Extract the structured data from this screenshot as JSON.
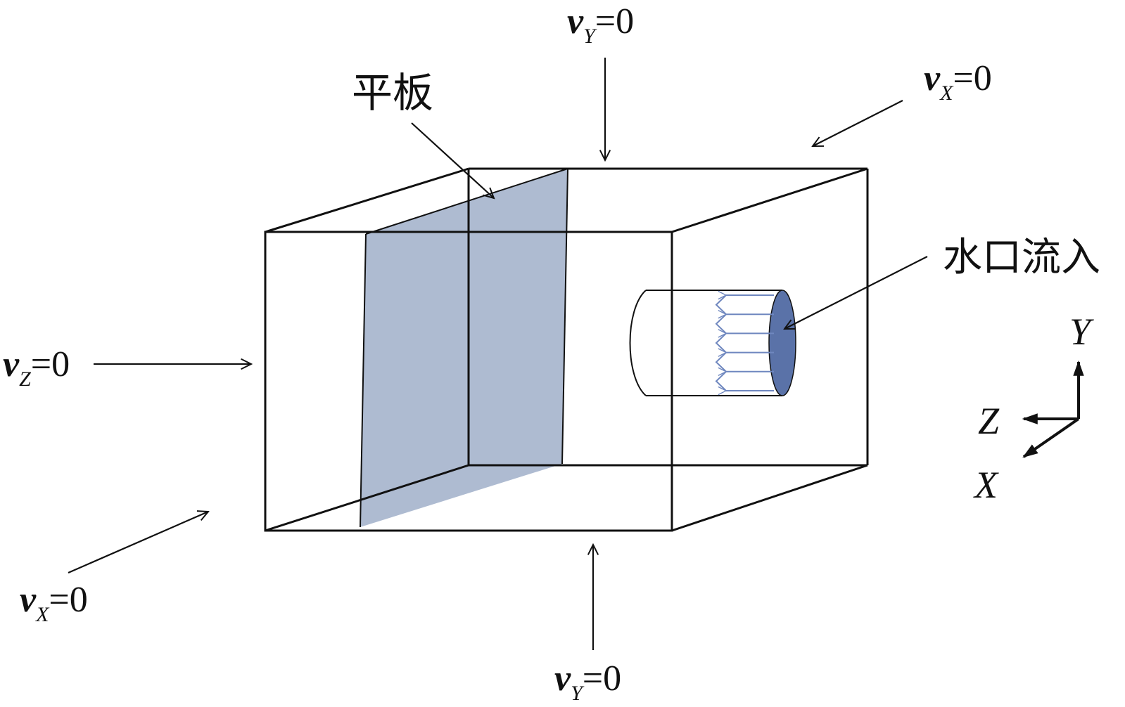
{
  "labels": {
    "plate": "平板",
    "inlet": "水口流入",
    "v_symbol": "v",
    "eq_zero": "=0",
    "sub_x": "X",
    "sub_y": "Y",
    "sub_z": "Z"
  },
  "axes": {
    "x": "X",
    "y": "Y",
    "z": "Z"
  },
  "colors": {
    "plate_fill": "#aebbd1",
    "inlet_fill": "#5a72a8",
    "flow_lines": "#6f87bf",
    "line": "#111111"
  }
}
